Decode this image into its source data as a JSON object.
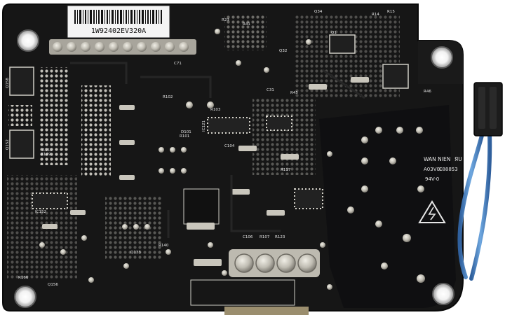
{
  "photo": {
    "subject": "pcb-underside",
    "colors": {
      "board": "#161616",
      "board_edge": "#0a0a0a",
      "solder": "#c9c6bc",
      "solder_dark": "#8c8a82",
      "silkscreen": "#e6e6e6",
      "label": "#f4f4f4",
      "cable": "#4f8fd0",
      "cable_dark": "#2f5f9c",
      "connector": "#1c1c1c",
      "conformal": "#0e0e10",
      "background": "#ffffff"
    }
  },
  "labels": {
    "serial": "1W92402EV320A",
    "maker": "WAN NIEN",
    "ul_mark": "ЯU",
    "code1": "A03V0",
    "code2": "E88853",
    "rating": "94V-0"
  },
  "silkscreen": {
    "ic121": "IC121",
    "r102": "R102",
    "r101": "R101",
    "r103": "R103",
    "q34": "Q34",
    "q32": "Q32",
    "q1": "Q1",
    "r14": "R14",
    "r15": "R15",
    "r41": "R41",
    "r45": "R45",
    "r46": "R46",
    "c31": "C31",
    "c71": "C71",
    "q158": "Q158",
    "q152": "Q152",
    "ic152": "IC152",
    "r149": "R149",
    "r166": "R166",
    "q156": "Q156",
    "r155": "R155",
    "r123": "R123",
    "r107": "R107",
    "c106": "C106",
    "d101": "D101",
    "r117": "R117",
    "r140": "R140",
    "q133": "Q133",
    "r23": "R23",
    "c104": "C104"
  }
}
